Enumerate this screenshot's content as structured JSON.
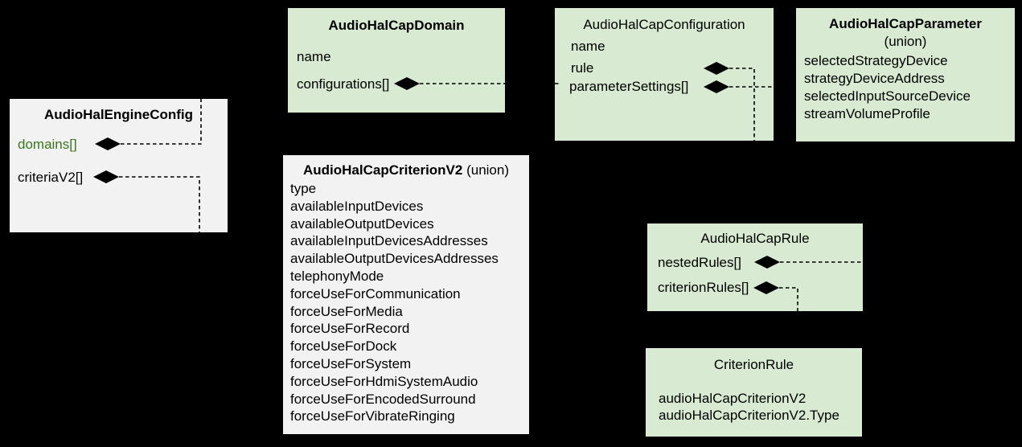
{
  "colors": {
    "background": "#000000",
    "green_box_fill": "#d9ead3",
    "gray_box_fill": "#f2f2f2",
    "green_field_text": "#38761d",
    "text": "#000000",
    "connector": "#000000"
  },
  "diagram": {
    "boxes": {
      "engine": {
        "title": "AudioHalEngineConfig",
        "fields": [
          "domains[]",
          "criteriaV2[]"
        ]
      },
      "domain": {
        "title": "AudioHalCapDomain",
        "fields": [
          "name",
          "configurations[]"
        ]
      },
      "configuration": {
        "title": "AudioHalCapConfiguration",
        "fields": [
          "name",
          "rule",
          "parameterSettings[]"
        ]
      },
      "parameter": {
        "title": "AudioHalCapParameter",
        "subtitle": "(union)",
        "fields": [
          "selectedStrategyDevice",
          "strategyDeviceAddress",
          "selectedInputSourceDevice",
          "streamVolumeProfile"
        ]
      },
      "criterionv2": {
        "title": "AudioHalCapCriterionV2",
        "title_suffix": " (union)",
        "fields": [
          "type",
          "availableInputDevices",
          "availableOutputDevices",
          "availableInputDevicesAddresses",
          "availableOutputDevicesAddresses",
          "telephonyMode",
          "forceUseForCommunication",
          "forceUseForMedia",
          "forceUseForRecord",
          "forceUseForDock",
          "forceUseForSystem",
          "forceUseForHdmiSystemAudio",
          "forceUseForEncodedSurround",
          "forceUseForVibrateRinging"
        ]
      },
      "rule": {
        "title": "AudioHalCapRule",
        "fields": [
          "nestedRules[]",
          "criterionRules[]"
        ]
      },
      "criterionrule": {
        "title": "CriterionRule",
        "fields": [
          "audioHalCapCriterionV2",
          "audioHalCapCriterionV2.Type"
        ]
      }
    },
    "relations": [
      {
        "from": "AudioHalEngineConfig.domains[]",
        "to": "AudioHalCapDomain",
        "kind": "composition"
      },
      {
        "from": "AudioHalEngineConfig.criteriaV2[]",
        "to": "AudioHalCapCriterionV2",
        "kind": "composition"
      },
      {
        "from": "AudioHalCapDomain.configurations[]",
        "to": "AudioHalCapConfiguration",
        "kind": "composition"
      },
      {
        "from": "AudioHalCapConfiguration.rule",
        "to": "AudioHalCapRule",
        "kind": "composition"
      },
      {
        "from": "AudioHalCapConfiguration.parameterSettings[]",
        "to": "AudioHalCapParameter",
        "kind": "composition"
      },
      {
        "from": "AudioHalCapRule.nestedRules[]",
        "to": "AudioHalCapRule",
        "kind": "composition"
      },
      {
        "from": "AudioHalCapRule.criterionRules[]",
        "to": "CriterionRule",
        "kind": "composition"
      }
    ]
  }
}
